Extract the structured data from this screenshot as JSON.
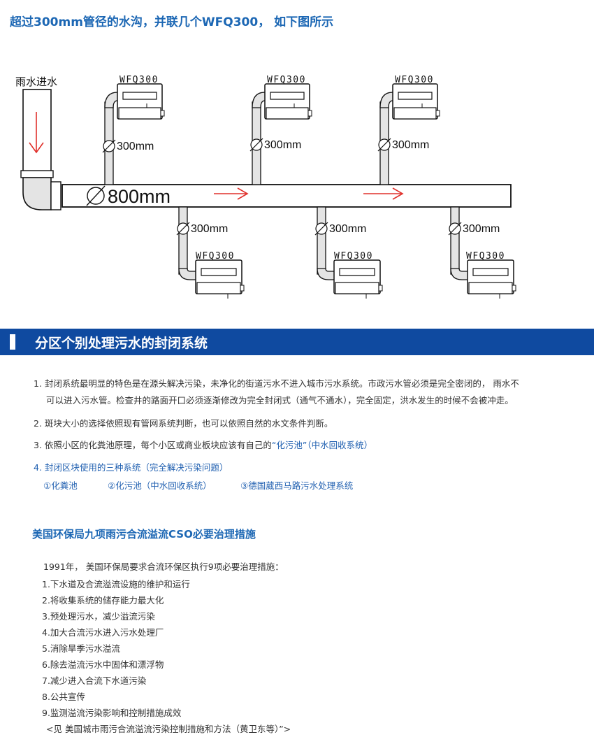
{
  "top_title": "超过300mm管径的水沟，并联几个WFQ300， 如下图所示",
  "diagram": {
    "inlet_label": "雨水进水",
    "main_pipe_label": "800mm",
    "branch_label": "300mm",
    "device_label": "WFQ300"
  },
  "section1": {
    "title": "分区个别处理污水的封闭系统",
    "p1_line1": "1. 封闭系统最明显的特色是在源头解决污染，未净化的街道污水不进入城市污水系统。市政污水管必须是完全密闭的， 雨水不",
    "p1_line2": "可以进入污水管。检查井的路面开口必须逐渐修改为完全封闭式（通气不通水），完全固定，洪水发生的时候不会被冲走。",
    "p2": "2. 斑块大小的选择依照现有管网系统判断，也可以依照自然的水文条件判断。",
    "p3_prefix": "3. 依照小区的化粪池原理，每个小区或商业板块应该有自己的",
    "p3_highlight": "“化污池”（中水回收系统）",
    "p4": "4. 封闭区块使用的三种系统（完全解决污染问题）",
    "systems": [
      "①化粪池",
      "②化污池（中水回收系统）",
      "③德国葳西马路污水处理系统"
    ]
  },
  "section2": {
    "title": "美国环保局九项雨污合流溢流CSO必要治理措施",
    "intro": "1991年， 美国环保局要求合流环保区执行9项必要治理措施：",
    "items": [
      "1.下水道及合流溢流设施的维护和运行",
      "2.将收集系统的储存能力最大化",
      "3.预处理污水，减少溢流污染",
      "4.加大合流污水进入污水处理厂",
      "5.消除旱季污水溢流",
      "6.除去溢流污水中固体和漂浮物",
      "7.减少进入合流下水道污染",
      "8.公共宣传",
      "9.监测溢流污染影响和控制措施成效"
    ],
    "source": "<见 美国城市雨污合流溢流污染控制措施和方法（黄卫东等）”>"
  },
  "colors": {
    "brand_blue": "#1c67b4",
    "banner_blue": "#0f4aa0",
    "arrow_red": "#e0312c",
    "pipe_gray": "#e4e4e4"
  }
}
